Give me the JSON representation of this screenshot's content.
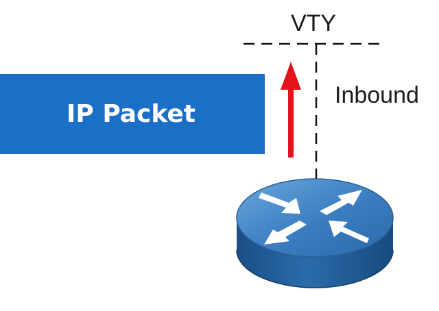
{
  "diagram": {
    "vty_label": "VTY",
    "direction_label": "Inbound",
    "packet_label": "IP Packet",
    "packet_color": "#1a6fc7",
    "arrow_color": "#e3131b",
    "router_icon": "router-icon",
    "router_top_color": "#3a7cc0",
    "router_side_color": "#1f5f9e"
  }
}
